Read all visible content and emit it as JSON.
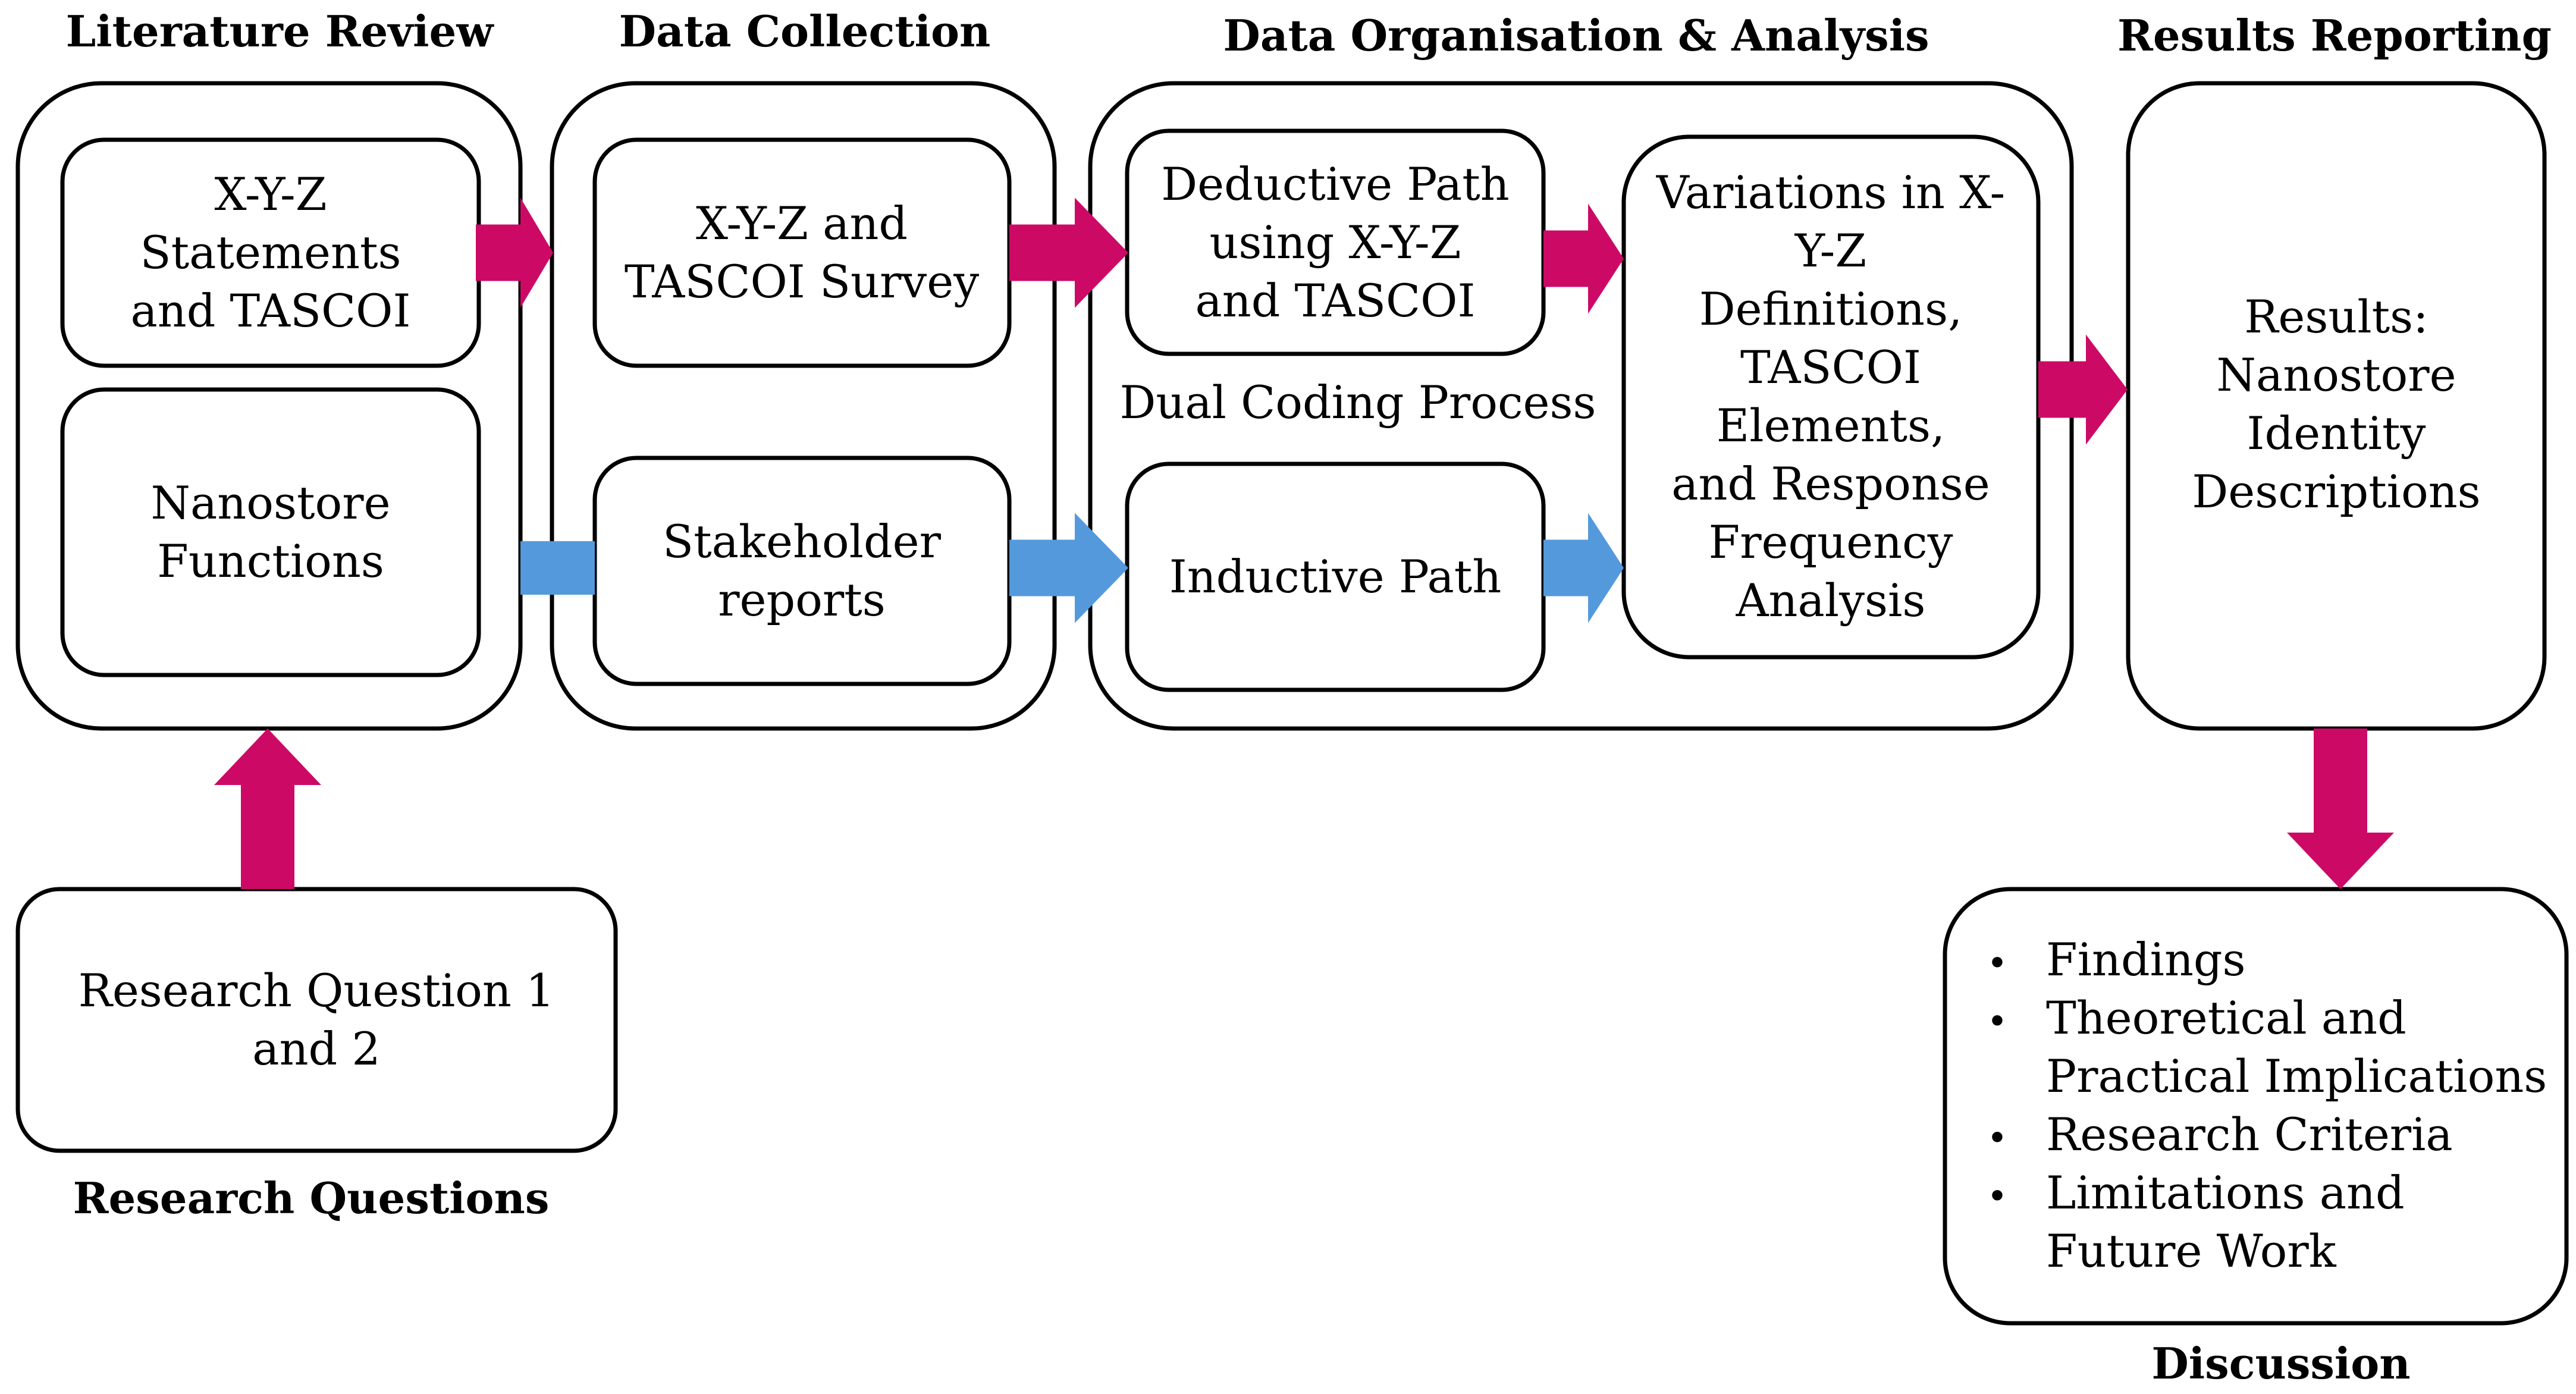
{
  "headings": {
    "literature_review": "Literature Review",
    "data_collection": "Data Collection",
    "data_analysis": "Data Organisation & Analysis",
    "results_reporting": "Results Reporting",
    "research_questions": "Research Questions",
    "discussion": "Discussion"
  },
  "boxes": {
    "xyz_statements": [
      "X-Y-Z",
      "Statements",
      "and TASCOI"
    ],
    "nanostore_functions": [
      "Nanostore",
      "Functions"
    ],
    "xyz_survey": [
      "X-Y-Z and",
      "TASCOI Survey"
    ],
    "stakeholder_reports": [
      "Stakeholder",
      "reports"
    ],
    "deductive_path": [
      "Deductive Path",
      "using X-Y-Z",
      "and TASCOI"
    ],
    "inductive_path": [
      "Inductive Path"
    ],
    "variations": [
      "Variations in X-",
      "Y-Z",
      "Definitions,",
      "TASCOI",
      "Elements,",
      "and Response",
      "Frequency",
      "Analysis"
    ],
    "results": [
      "Results:",
      "Nanostore",
      "Identity",
      "Descriptions"
    ],
    "research_question": [
      "Research Question 1",
      "and 2"
    ]
  },
  "dual_coding_label": "Dual Coding Process",
  "discussion_items": [
    [
      "Findings"
    ],
    [
      "Theoretical and",
      "Practical Implications"
    ],
    [
      "Research Criteria"
    ],
    [
      "Limitations and",
      "Future Work"
    ]
  ],
  "bullet_symbol": "•",
  "colors": {
    "magenta_arrow": "#cc0a66",
    "blue_arrow": "#5499dc",
    "stroke": "#000000"
  }
}
